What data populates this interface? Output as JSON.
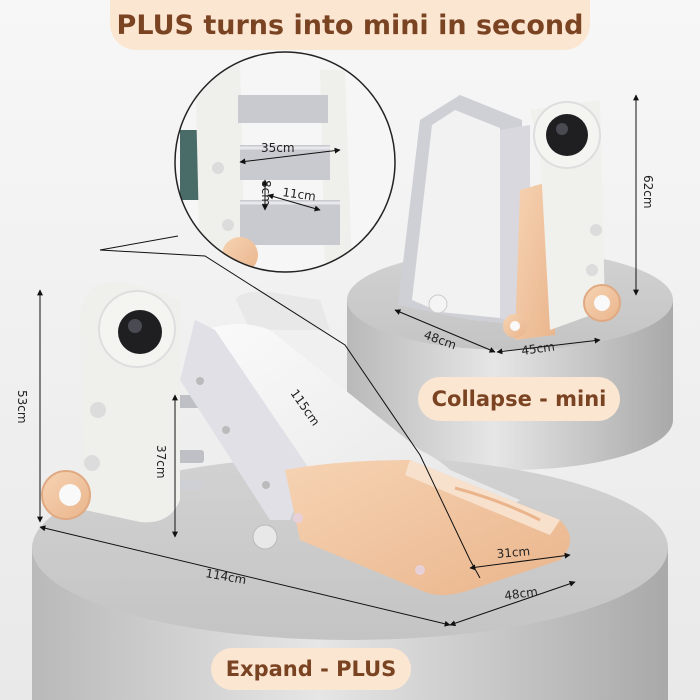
{
  "headline": "PLUS turns into mini in second",
  "labels": {
    "collapse": "Collapse - mini",
    "expand": "Expand - PLUS"
  },
  "dimensions": {
    "ladder_step_width": "35cm",
    "ladder_step_height": "8cm",
    "ladder_step_depth": "11cm",
    "mini_height": "62cm",
    "mini_length": "48cm",
    "mini_width": "45cm",
    "plus_height": "53cm",
    "slide_length": "115cm",
    "platform_height": "37cm",
    "slide_width": "31cm",
    "plus_length": "114cm",
    "plus_width": "48cm"
  },
  "colors": {
    "accent_peach": "#f2c6a0",
    "pill_background": "#fbe6d2",
    "pill_text": "#7a4322"
  }
}
